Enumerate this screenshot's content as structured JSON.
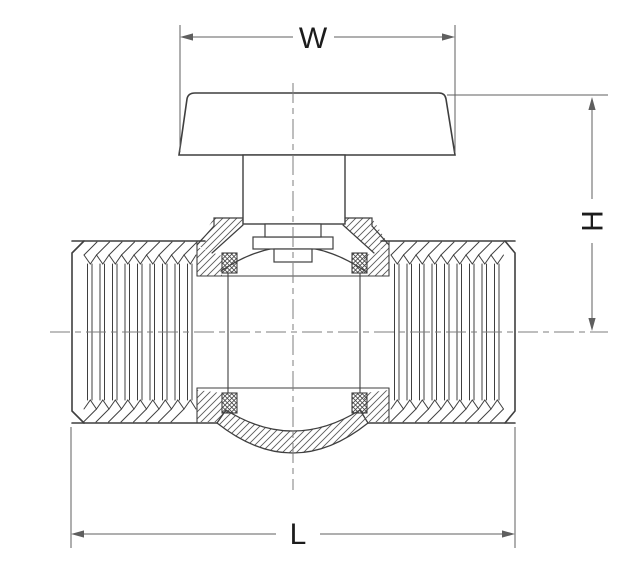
{
  "drawing": {
    "dimension_labels": {
      "width": "W",
      "height": "H",
      "length": "L"
    },
    "colors": {
      "line": "#3f3f3f",
      "dimension": "#5f5f5f",
      "centerline": "#7d7d7d",
      "text": "#1c1c1c",
      "background": "#ffffff"
    }
  }
}
